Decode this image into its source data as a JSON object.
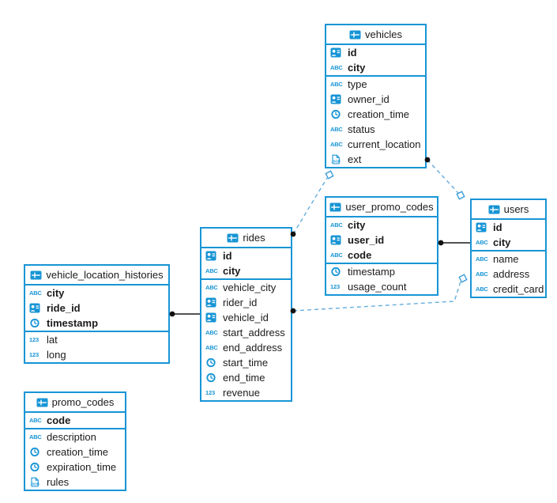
{
  "diagram": {
    "tables": [
      {
        "name": "vehicles",
        "columns": [
          {
            "name": "id",
            "type": "id",
            "pk": true
          },
          {
            "name": "city",
            "type": "string",
            "pk": true
          },
          {
            "name": "type",
            "type": "string",
            "pk": false
          },
          {
            "name": "owner_id",
            "type": "id",
            "pk": false
          },
          {
            "name": "creation_time",
            "type": "timestamp",
            "pk": false
          },
          {
            "name": "status",
            "type": "string",
            "pk": false
          },
          {
            "name": "current_location",
            "type": "string",
            "pk": false
          },
          {
            "name": "ext",
            "type": "json",
            "pk": false
          }
        ]
      },
      {
        "name": "user_promo_codes",
        "columns": [
          {
            "name": "city",
            "type": "string",
            "pk": true
          },
          {
            "name": "user_id",
            "type": "id",
            "pk": true
          },
          {
            "name": "code",
            "type": "string",
            "pk": true
          },
          {
            "name": "timestamp",
            "type": "timestamp",
            "pk": false
          },
          {
            "name": "usage_count",
            "type": "number",
            "pk": false
          }
        ]
      },
      {
        "name": "users",
        "columns": [
          {
            "name": "id",
            "type": "id",
            "pk": true
          },
          {
            "name": "city",
            "type": "string",
            "pk": true
          },
          {
            "name": "name",
            "type": "string",
            "pk": false
          },
          {
            "name": "address",
            "type": "string",
            "pk": false
          },
          {
            "name": "credit_card",
            "type": "string",
            "pk": false
          }
        ]
      },
      {
        "name": "rides",
        "columns": [
          {
            "name": "id",
            "type": "id",
            "pk": true
          },
          {
            "name": "city",
            "type": "string",
            "pk": true
          },
          {
            "name": "vehicle_city",
            "type": "string",
            "pk": false
          },
          {
            "name": "rider_id",
            "type": "id",
            "pk": false
          },
          {
            "name": "vehicle_id",
            "type": "id",
            "pk": false
          },
          {
            "name": "start_address",
            "type": "string",
            "pk": false
          },
          {
            "name": "end_address",
            "type": "string",
            "pk": false
          },
          {
            "name": "start_time",
            "type": "timestamp",
            "pk": false
          },
          {
            "name": "end_time",
            "type": "timestamp",
            "pk": false
          },
          {
            "name": "revenue",
            "type": "number",
            "pk": false
          }
        ]
      },
      {
        "name": "vehicle_location_histories",
        "columns": [
          {
            "name": "city",
            "type": "string",
            "pk": true
          },
          {
            "name": "ride_id",
            "type": "id",
            "pk": true
          },
          {
            "name": "timestamp",
            "type": "timestamp",
            "pk": true
          },
          {
            "name": "lat",
            "type": "number",
            "pk": false
          },
          {
            "name": "long",
            "type": "number",
            "pk": false
          }
        ]
      },
      {
        "name": "promo_codes",
        "columns": [
          {
            "name": "code",
            "type": "string",
            "pk": true
          },
          {
            "name": "description",
            "type": "string",
            "pk": false
          },
          {
            "name": "creation_time",
            "type": "timestamp",
            "pk": false
          },
          {
            "name": "expiration_time",
            "type": "timestamp",
            "pk": false
          },
          {
            "name": "rules",
            "type": "json",
            "pk": false
          }
        ]
      }
    ],
    "connections": [
      {
        "from": "vehicle_location_histories",
        "to": "rides",
        "style": "solid"
      },
      {
        "from": "user_promo_codes",
        "to": "users",
        "style": "solid"
      },
      {
        "from": "rides",
        "to": "vehicles",
        "style": "dashed"
      },
      {
        "from": "vehicles",
        "to": "users",
        "style": "dashed"
      },
      {
        "from": "rides",
        "to": "users",
        "style": "dashed"
      }
    ],
    "icon_labels": {
      "string": "ABC",
      "number": "123",
      "json": "JSON"
    },
    "colors": {
      "table_border": "#1795d5",
      "icon_blue": "#1795d5",
      "dashed_line": "#66addd",
      "solid_line": "#1a1a1a",
      "connector_dot": "#111111",
      "diamond_stroke": "#3f9fd8",
      "text": "#1b1b1b",
      "background": "#ffffff"
    }
  }
}
